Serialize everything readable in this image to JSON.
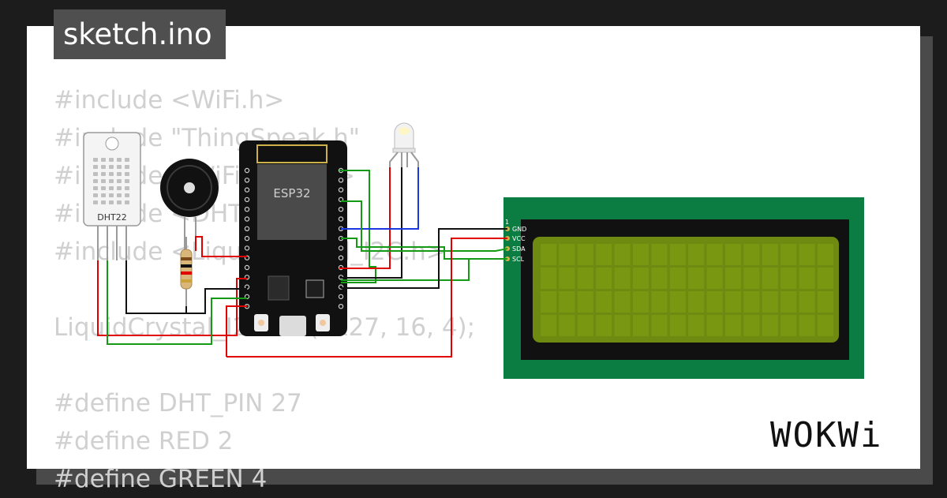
{
  "title": "sketch.ino",
  "code_lines": [
    "#include <WiFi.h>",
    "#include \"ThingSpeak.h\"",
    "#include <WiFiClient.h>",
    "#include <DHTTesty.h>",
    "#include <LiquidCrystal_I2C.h>",
    "",
    "LiquidCrystal_I2C lcd(0x27, 16, 4);",
    "",
    "#define DHT_PIN 27",
    "#define RED 2",
    "#define GREEN 4"
  ],
  "components": {
    "dht_label": "DHT22",
    "esp32_label": "ESP32",
    "lcd_pins": [
      "GND",
      "VCC",
      "SDA",
      "SCL"
    ],
    "lcd_pin_number": "1"
  },
  "logo": "WOKWi",
  "colors": {
    "background": "#1c1c1c",
    "card": "#ffffff",
    "title_bg": "#4f4f4f",
    "code_text": "#d0d0d0",
    "lcd_board": "#0b7d43",
    "lcd_screen": "#6f8a10",
    "wire_red": "#e00000",
    "wire_green": "#159a15",
    "wire_black": "#111111",
    "wire_blue": "#1b38e0"
  }
}
